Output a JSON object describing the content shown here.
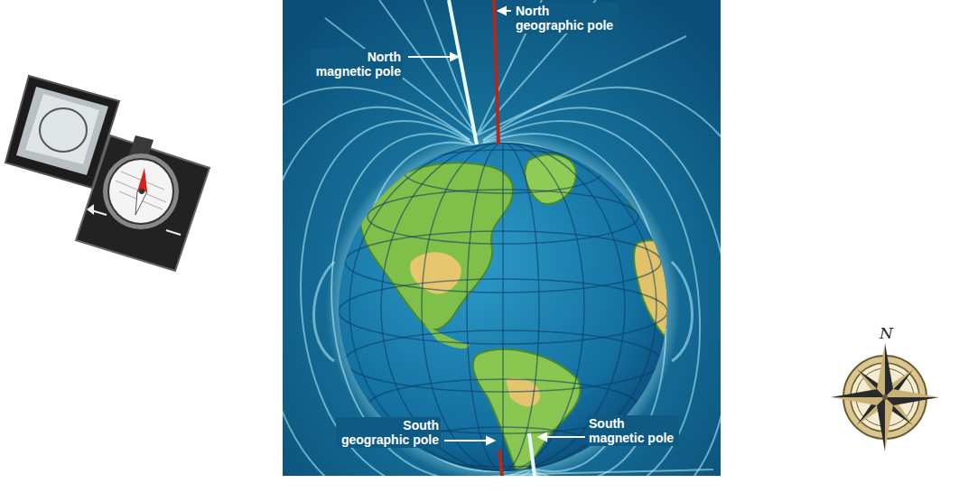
{
  "diagram": {
    "labels": [
      "North geographic pole",
      "North magnetic pole",
      "South geographic pole",
      "South magnetic pole",
      "N"
    ]
  }
}
